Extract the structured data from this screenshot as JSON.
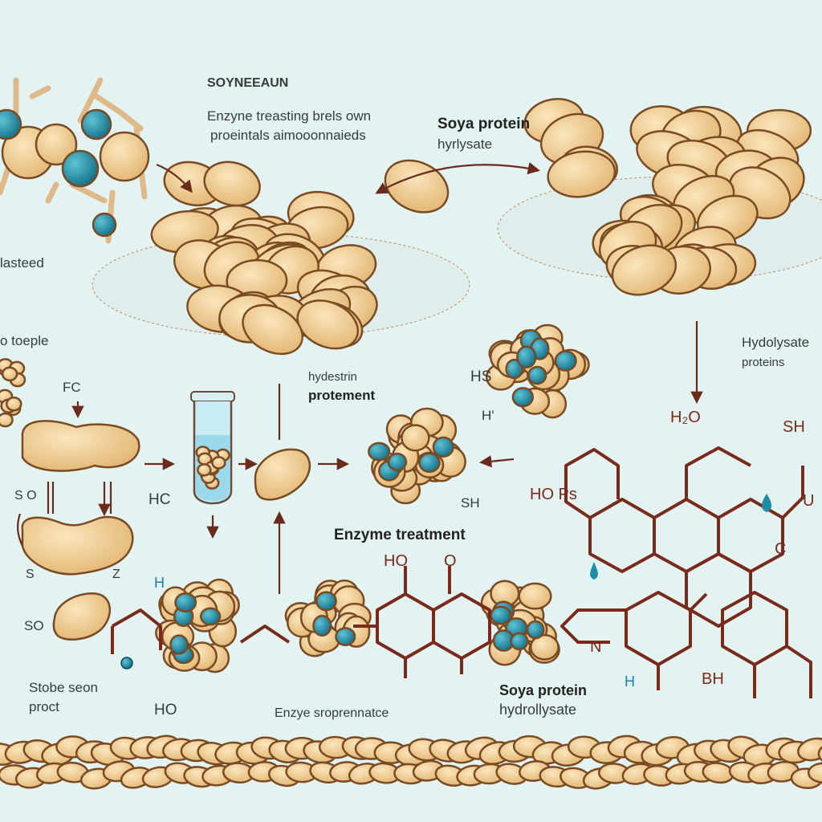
{
  "colors": {
    "background": "#e3f3f2",
    "bean_fill": "#f0cf97",
    "bean_stroke": "#7a4a22",
    "blue_atom": "#1d8ea8",
    "bond": "#7a2a1a"
  },
  "labels": {
    "soybean_title": "SOYNEEAUN",
    "enzyme_line1": "Enzyne treasting brels own",
    "enzyme_line2": "proeintals aimooonnaieds",
    "soya_top_1": "Soya protein",
    "soya_top_2": "hyrlysate",
    "plasteed": "lasteed",
    "toeple": "o toeple",
    "fc": "FC",
    "hc": "HC",
    "s_o": "S O",
    "s": "S",
    "z": "Z",
    "so": "SO",
    "stobe_1": "Stobe seon",
    "stobe_2": "proct",
    "ho_bottom": "HO",
    "h_small": "H",
    "hydestrin": "hydestrin",
    "protement": "protement",
    "hs": "HS",
    "h_prime": "H'",
    "sh": "SH",
    "enzyme_treatment": "Enzyme treatment",
    "hydrolysate_1": "Hydolysate",
    "hydrolysate_2": "proteins",
    "h2o": "H₂O",
    "sh_right": "SH",
    "hops": "HO Ps",
    "ho_mid": "HO",
    "o_mid": "O",
    "enzye": "Enzye sroprennatce",
    "soya_bottom_1": "Soya protein",
    "soya_bottom_2": "hydrollysate",
    "bh": "BH",
    "n_label": "N",
    "h_blue": "H",
    "c_label": "C",
    "u_label": "U"
  }
}
